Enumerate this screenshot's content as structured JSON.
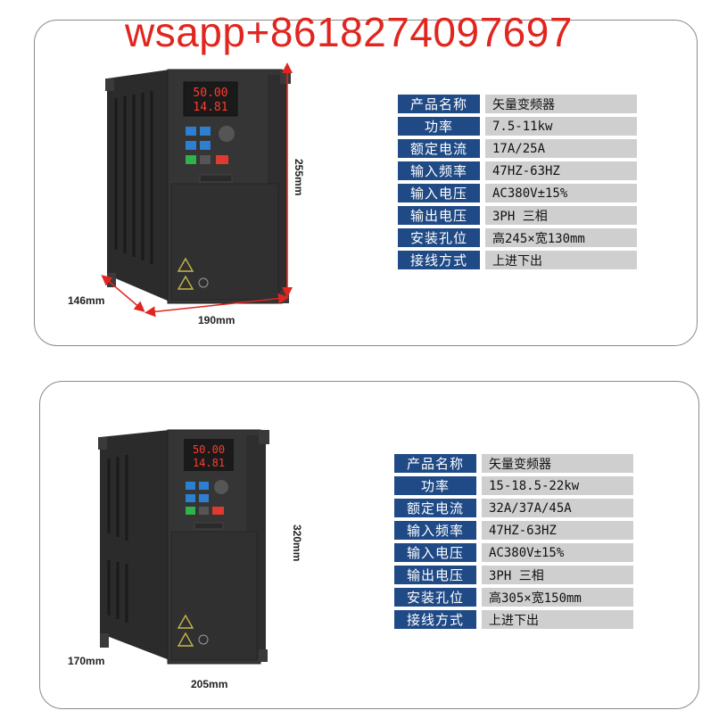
{
  "watermark": "wsapp+8618274097697",
  "products": [
    {
      "dims": {
        "depth": "146mm",
        "width": "190mm",
        "height": "255mm"
      },
      "display": {
        "line1": "50.00",
        "line2": "14.81"
      },
      "specs": [
        {
          "label": "产品名称",
          "value": "矢量变频器"
        },
        {
          "label": "功率",
          "value": "7.5-11kw"
        },
        {
          "label": "额定电流",
          "value": "17A/25A"
        },
        {
          "label": "输入频率",
          "value": "47HZ-63HZ"
        },
        {
          "label": "输入电压",
          "value": "AC380V±15%"
        },
        {
          "label": "输出电压",
          "value": "3PH 三相"
        },
        {
          "label": "安装孔位",
          "value": "高245×宽130mm"
        },
        {
          "label": "接线方式",
          "value": "上进下出"
        }
      ]
    },
    {
      "dims": {
        "depth": "170mm",
        "width": "205mm",
        "height": "320mm"
      },
      "display": {
        "line1": "50.00",
        "line2": "14.81"
      },
      "specs": [
        {
          "label": "产品名称",
          "value": "矢量变频器"
        },
        {
          "label": "功率",
          "value": "15-18.5-22kw"
        },
        {
          "label": "额定电流",
          "value": "32A/37A/45A"
        },
        {
          "label": "输入频率",
          "value": "47HZ-63HZ"
        },
        {
          "label": "输入电压",
          "value": "AC380V±15%"
        },
        {
          "label": "输出电压",
          "value": "3PH 三相"
        },
        {
          "label": "安装孔位",
          "value": "高305×宽150mm"
        },
        {
          "label": "接线方式",
          "value": "上进下出"
        }
      ]
    }
  ],
  "colors": {
    "label_bg": "#1f4a86",
    "value_bg": "#cfcfcf",
    "dim_line": "#e0261f",
    "watermark": "#e0261f"
  }
}
